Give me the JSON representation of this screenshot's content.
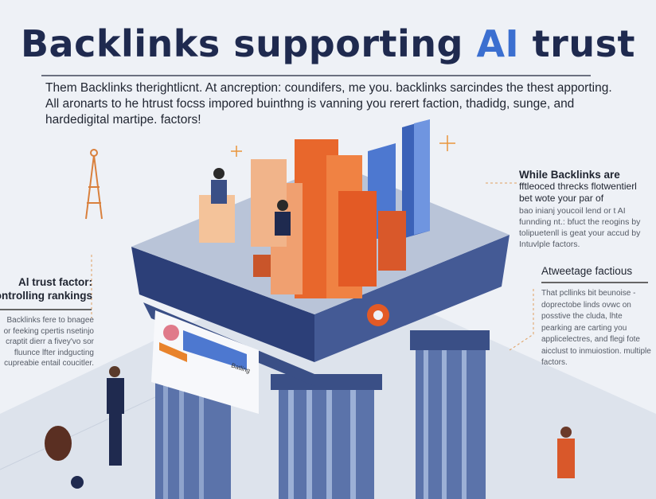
{
  "title": {
    "prefix": "Backlinks supporting ",
    "highlight": "AI",
    "suffix": " trust"
  },
  "intro": "Them Backlinks therightlicnt. At ancreption: coundifers, me you. backlinks sarcindes the thest apporting. All aronarts to he htrust focss impored buinthng is vanning you rerert faction, thadidg, sunge, and hardedigital martipe. factors!",
  "right_panel_1": {
    "heading": "While Backlinks are",
    "subheading_1": "fftleoced threcks flotwentierl",
    "subheading_2": "bet wote your par of",
    "body": "bao inianj youcoil lend or t AI funnding nt.: bfuct the reogins by tolipuetenll is geat your accud by Intuvlple factors."
  },
  "right_panel_2": {
    "heading": "Atweetage factious",
    "body": "That pcllinks bit beunoise - doprectobe linds ovwc on posstive the cluda, lhte pearking are carting you applicelectres, and flegi fote aicclust to inmuiostion. multiple factors."
  },
  "left_panel": {
    "heading_1": "Al trust factor:",
    "heading_2": "ontrolling rankings",
    "body": [
      "Backlinks fere to bnagee",
      "or feeking cpertis nsetinjo",
      "craptit dierr a fivey'vo sor",
      "fluunce lfter indgucting",
      "cupreabie entail coucitler."
    ]
  },
  "card": {
    "label": "Batling"
  },
  "colors": {
    "navy": "#1f2a4f",
    "accent_blue": "#3b6fd0",
    "orange": "#e8672c",
    "background": "#eef1f6"
  }
}
